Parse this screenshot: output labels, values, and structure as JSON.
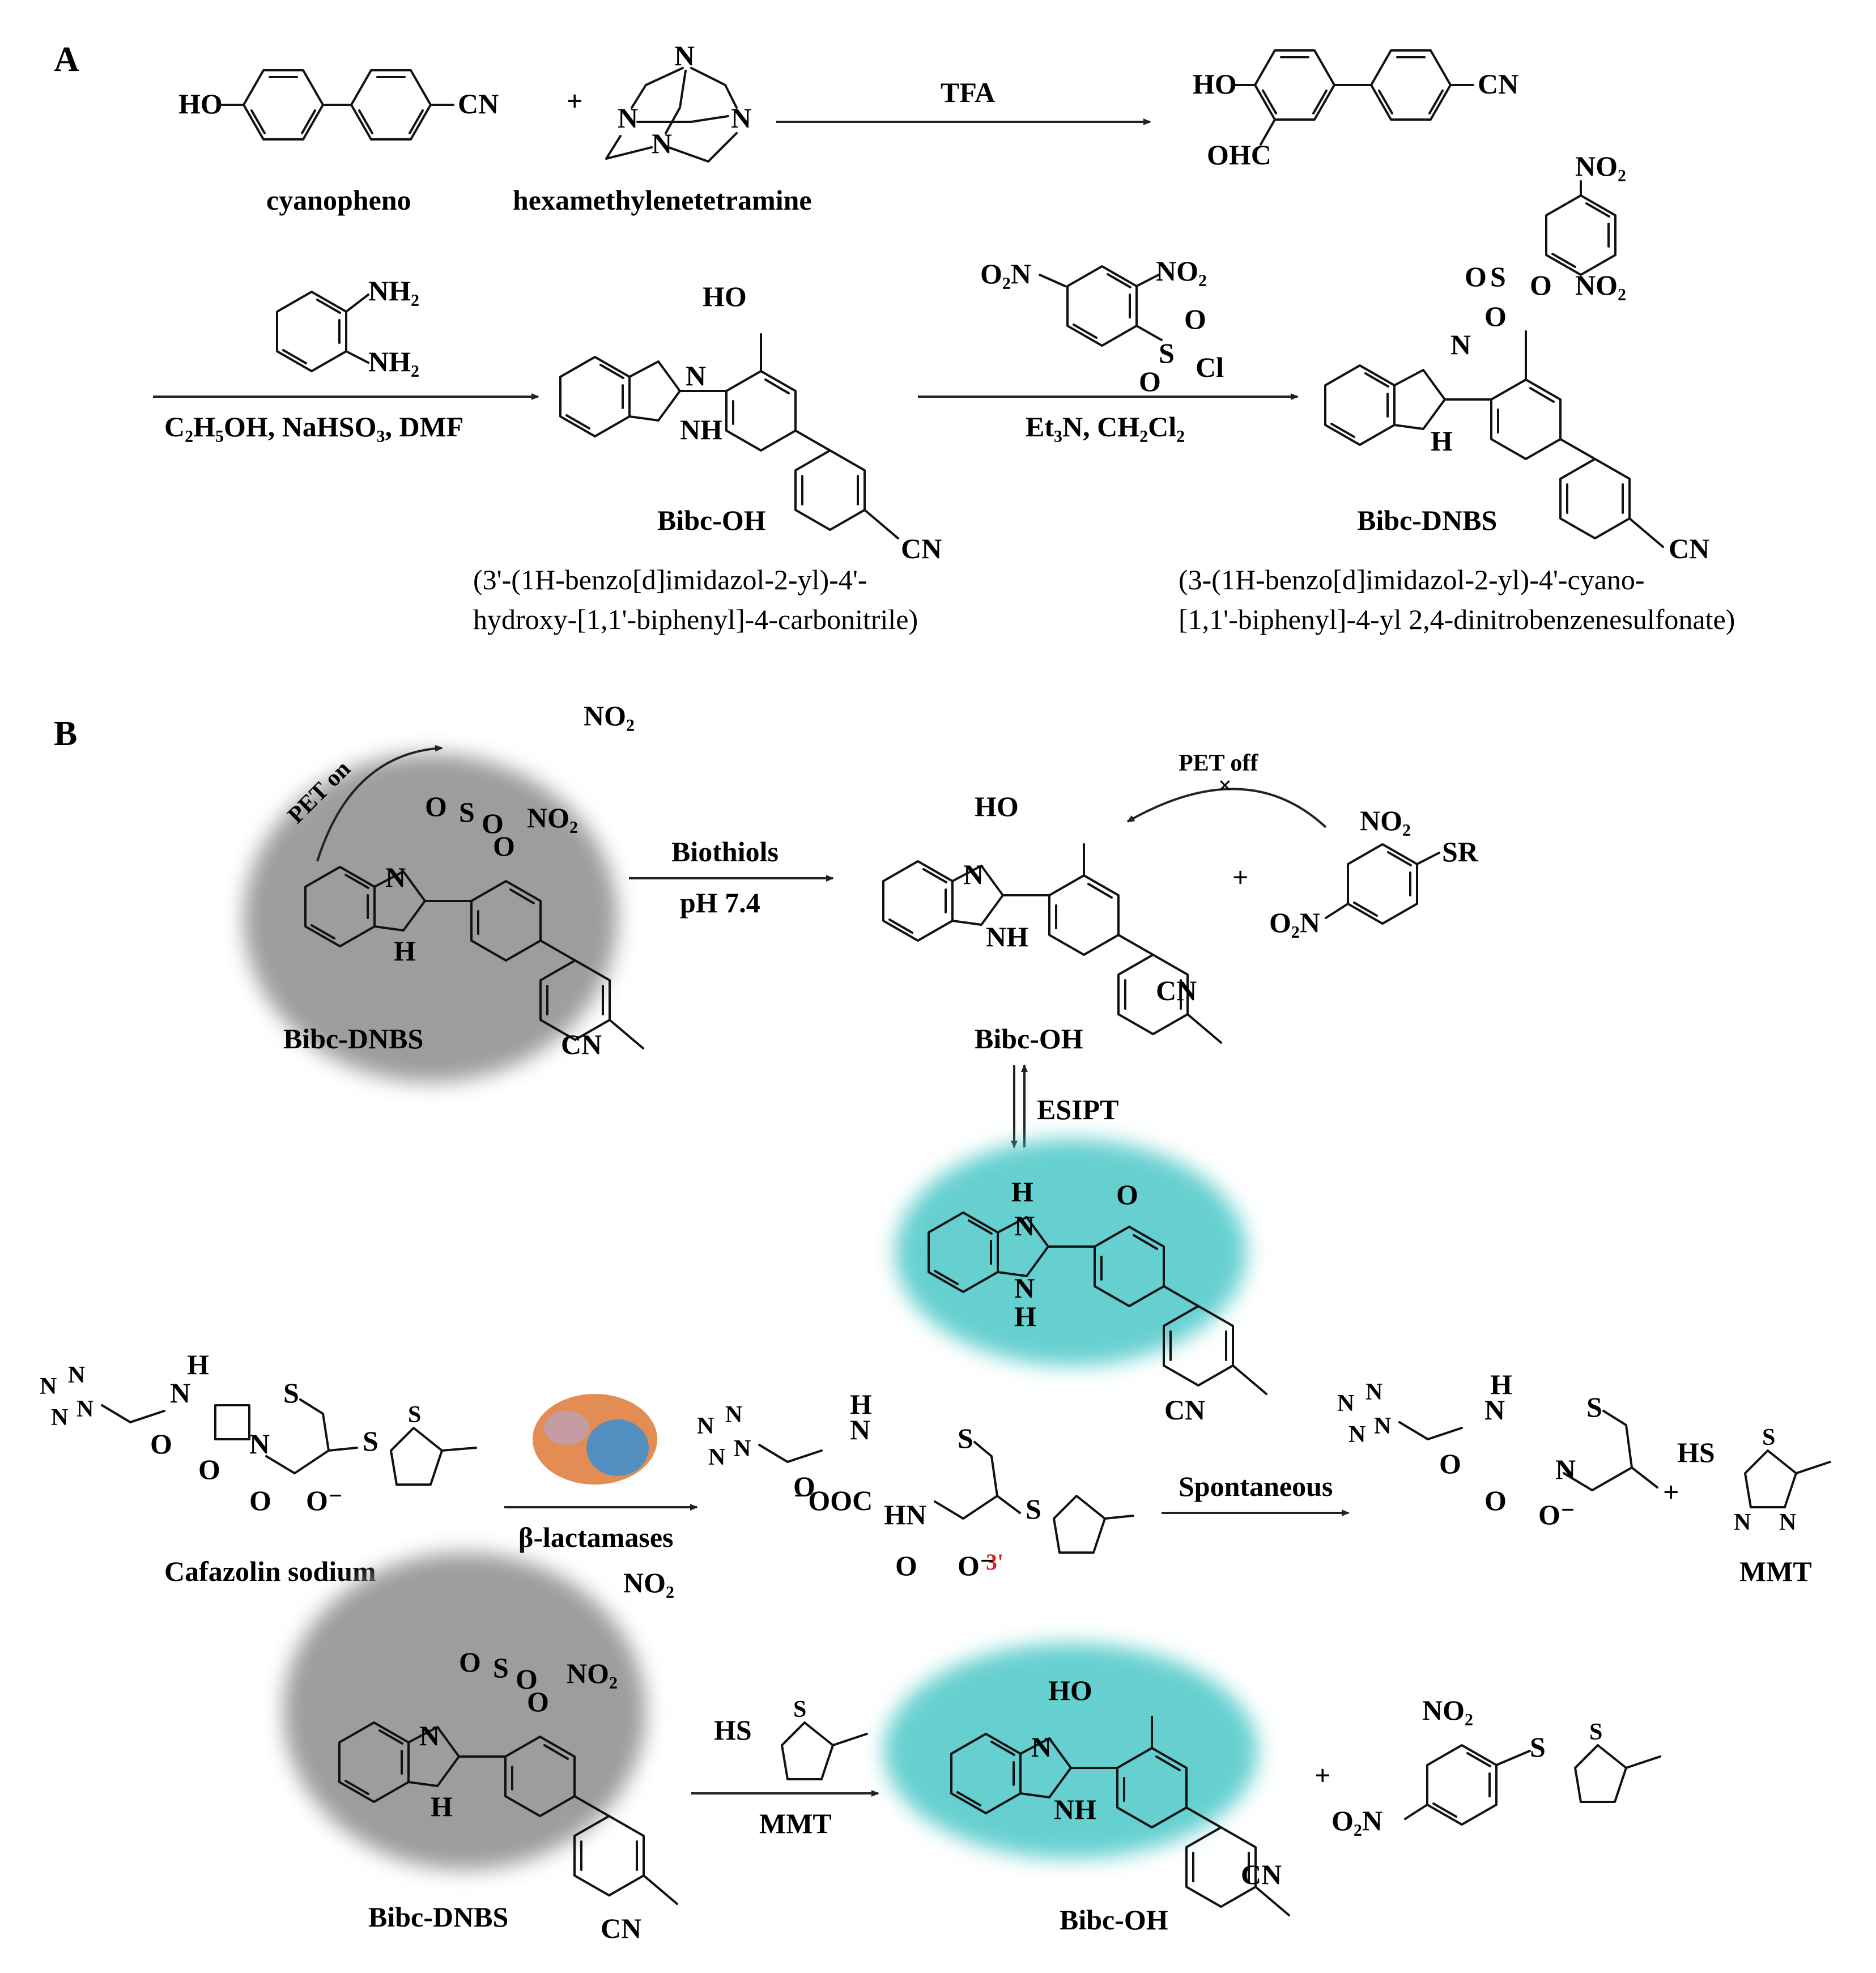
{
  "panels": {
    "a": "A",
    "b": "B"
  },
  "atoms": {
    "HO": "HO",
    "CN": "CN",
    "OHC": "OHC",
    "N": "N",
    "NH": "NH",
    "H": "H",
    "NH2": "NH₂",
    "NO2": "NO₂",
    "O2N": "O₂N",
    "S": "S",
    "O": "O",
    "Cl": "Cl",
    "SR": "SR",
    "HS": "HS",
    "OOC": "⁻OOC",
    "COO": "O⁻",
    "HN": "HN",
    "plus": "+"
  },
  "labels": {
    "cyanophenol": "cyanopheno",
    "hmta": "hexamethylenetetramine",
    "bibc_oh": "Bibc-OH",
    "bibc_dnbs": "Bibc-DNBS",
    "cefazolin": "Cafazolin sodium",
    "mmt": "MMT"
  },
  "iupac": {
    "bibc_oh_1": "(3'-(1H-benzo[d]imidazol-2-yl)-4'-",
    "bibc_oh_2": "hydroxy-[1,1'-biphenyl]-4-carbonitrile)",
    "bibc_dnbs_1": "(3-(1H-benzo[d]imidazol-2-yl)-4'-cyano-",
    "bibc_dnbs_2": "[1,1'-biphenyl]-4-yl 2,4-dinitrobenzenesulfonate)"
  },
  "conditions": {
    "tfa": "TFA",
    "step2": "C₂H₅OH, NaHSO₃, DMF",
    "step3": "Et₃N, CH₂Cl₂",
    "biothiols": "Biothiols",
    "ph": "pH 7.4",
    "pet_on": "PET on",
    "pet_off": "PET off",
    "esipt": "ESIPT",
    "blactamases": "β-lactamases",
    "spontaneous": "Spontaneous",
    "mmt": "MMT",
    "three_prime": "3'"
  },
  "colors": {
    "probe_cloud": "#8c8c8c",
    "fluorescent_cloud": "#3fc4c4",
    "protein_orange": "#d9661a",
    "protein_blue": "#3a8fd4",
    "cleavage_mark": "#d42020"
  }
}
